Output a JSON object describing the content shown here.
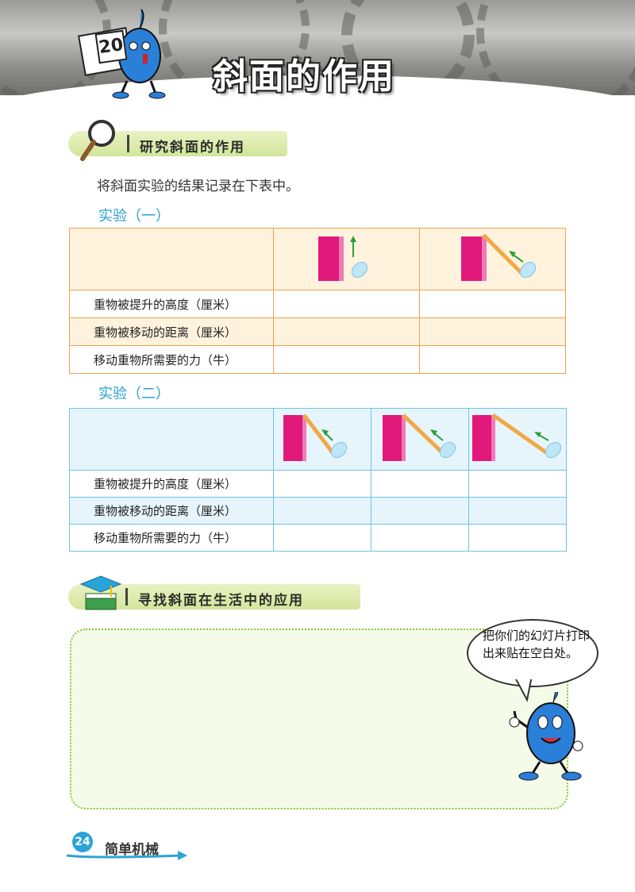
{
  "header": {
    "lesson_number": "20",
    "title": "斜面的作用"
  },
  "section1": {
    "heading": "研究斜面的作用",
    "intro": "将斜面实验的结果记录在下表中。",
    "experiment1": {
      "label": "实验（一）",
      "rows": [
        "重物被提升的高度（厘米）",
        "重物被移动的距离（厘米）",
        "移动重物所需要的力（牛）"
      ]
    },
    "experiment2": {
      "label": "实验（二）",
      "rows": [
        "重物被提升的高度（厘米）",
        "重物被移动的距离（厘米）",
        "移动重物所需要的力（牛）"
      ]
    }
  },
  "section2": {
    "heading": "寻找斜面在生活中的应用",
    "bubble_text": "把你们的幻灯片打印出来贴在空白处。"
  },
  "footer": {
    "page_number": "24",
    "book_title": "简单机械"
  },
  "colors": {
    "table1_border": "#f0a050",
    "table2_border": "#6fc3e6",
    "block": "#e0197a",
    "arrow": "#2e9e3a",
    "accent_blue": "#2a9fd0"
  },
  "icons": [
    "magnifier-icon",
    "graduation-cap-icon",
    "mascot-illustration"
  ]
}
